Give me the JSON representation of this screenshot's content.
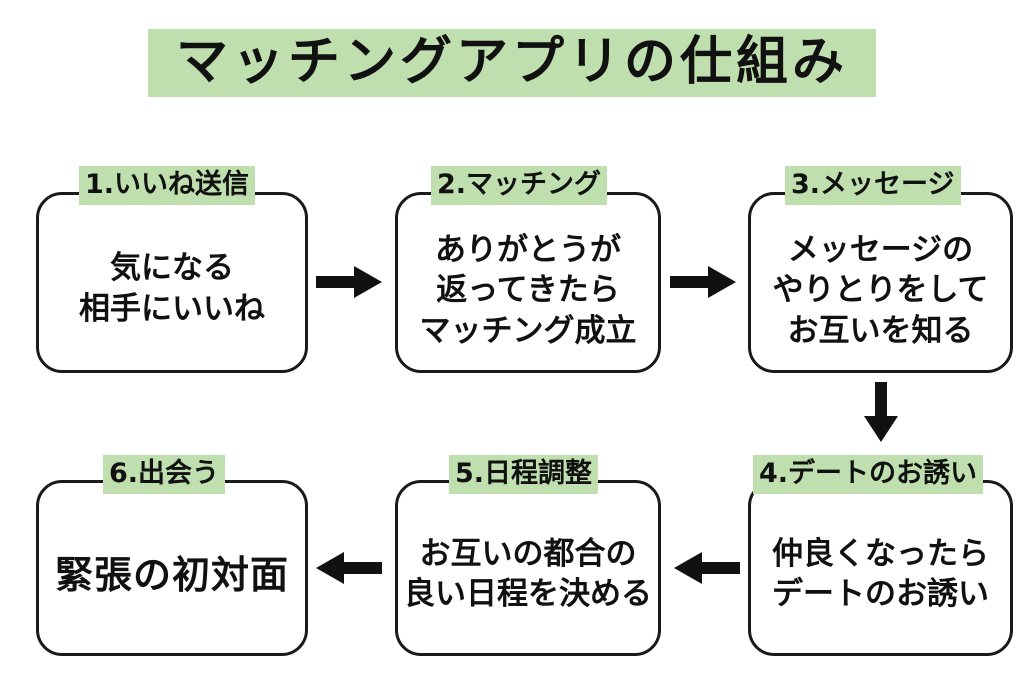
{
  "page": {
    "background_color": "#ffffff",
    "accent_color": "#bfe0ae",
    "ink_color": "#1a1a1a"
  },
  "title": {
    "text": "マッチングアプリの仕組み"
  },
  "steps": [
    {
      "id": "1",
      "label": "1.いいね送信",
      "lines": [
        "気になる",
        "相手にいいね"
      ]
    },
    {
      "id": "2",
      "label": "2.マッチング",
      "lines": [
        "ありがとうが",
        "返ってきたら",
        "マッチング成立"
      ]
    },
    {
      "id": "3",
      "label": "3.メッセージ",
      "lines": [
        "メッセージの",
        "やりとりをして",
        "お互いを知る"
      ]
    },
    {
      "id": "4",
      "label": "4.デートのお誘い",
      "lines": [
        "仲良くなったら",
        "デートのお誘い"
      ]
    },
    {
      "id": "5",
      "label": "5.日程調整",
      "lines": [
        "お互いの都合の",
        "良い日程を決める"
      ]
    },
    {
      "id": "6",
      "label": "6.出会う",
      "lines": [
        "緊張の初対面"
      ]
    }
  ],
  "arrows": [
    {
      "id": "1-2",
      "from": "1",
      "to": "2",
      "direction": "right"
    },
    {
      "id": "2-3",
      "from": "2",
      "to": "3",
      "direction": "right"
    },
    {
      "id": "3-4",
      "from": "3",
      "to": "4",
      "direction": "down"
    },
    {
      "id": "4-5",
      "from": "4",
      "to": "5",
      "direction": "left"
    },
    {
      "id": "5-6",
      "from": "5",
      "to": "6",
      "direction": "left"
    }
  ]
}
